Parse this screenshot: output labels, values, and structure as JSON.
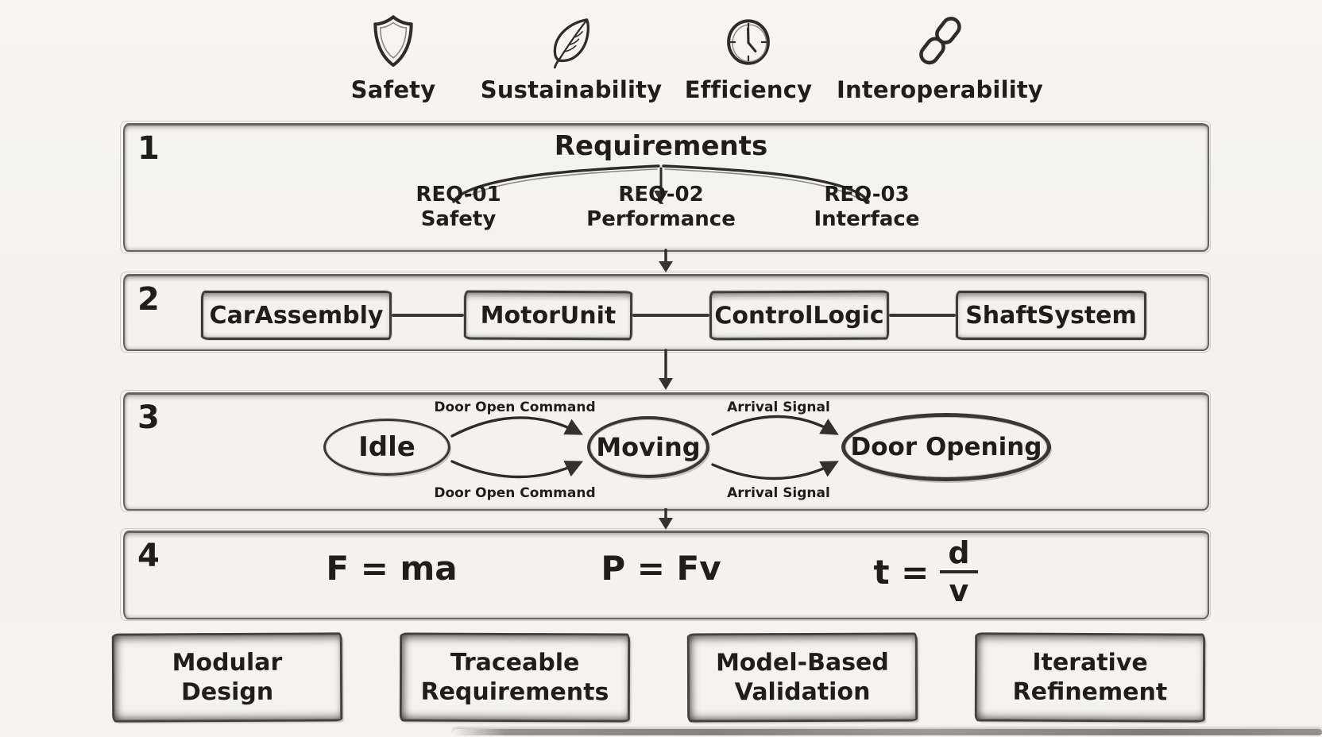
{
  "palette": {
    "paper": "#f3f2ed",
    "ink": "#2e2c29",
    "text": "#1f1e1c",
    "pencil": "#6e6a64"
  },
  "values_row": [
    {
      "icon": "shield-icon",
      "label": "Safety"
    },
    {
      "icon": "leaf-icon",
      "label": "Sustainability"
    },
    {
      "icon": "clock-icon",
      "label": "Efficiency"
    },
    {
      "icon": "chain-icon",
      "label": "Interoperability"
    }
  ],
  "section1": {
    "number": "1",
    "title": "Requirements",
    "branches": [
      {
        "id": "REQ-01",
        "name": "Safety"
      },
      {
        "id": "REQ-02",
        "name": "Performance"
      },
      {
        "id": "REQ-03",
        "name": "Interface"
      }
    ]
  },
  "section2": {
    "number": "2",
    "components": [
      "CarAssembly",
      "MotorUnit",
      "ControlLogic",
      "ShaftSystem"
    ]
  },
  "section3": {
    "number": "3",
    "states": [
      "Idle",
      "Moving",
      "Door Opening"
    ],
    "transitions": [
      {
        "label_top": "Door Open Command",
        "label_bottom": "Door Open Command"
      },
      {
        "label_top": "Arrival Signal",
        "label_bottom": "Arrival Signal"
      }
    ]
  },
  "section4": {
    "number": "4",
    "formulas": {
      "f1": "F = ma",
      "f2": "P = Fv",
      "f3_lhs": "t =",
      "f3_num": "d",
      "f3_den": "v"
    }
  },
  "principles": [
    "Modular\nDesign",
    "Traceable\nRequirements",
    "Model-Based\nValidation",
    "Iterative\nRefinement"
  ]
}
